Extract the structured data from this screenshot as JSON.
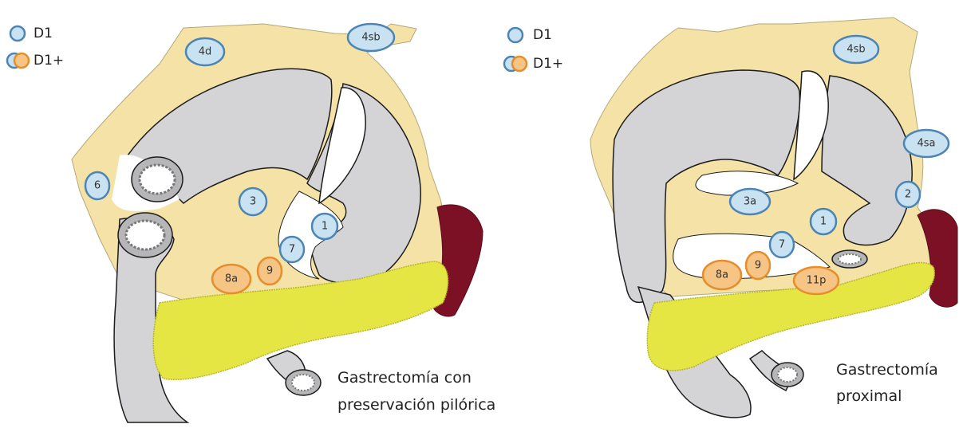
{
  "colors": {
    "fat": "#f4e2a6",
    "fat_stroke": "#b5a878",
    "organ": "#d4d4d6",
    "organ_stroke": "#1c1c1c",
    "pancreas": "#e5e544",
    "spleen": "#7c1126",
    "node_d1_fill": "#c9e2f2",
    "node_d1_stroke": "#4c84b5",
    "node_d1plus_fill": "#f6c484",
    "node_d1plus_stroke": "#e68d2c"
  },
  "left_diagram": {
    "legend": {
      "d1": "D1",
      "d1plus": "D1+"
    },
    "nodes": {
      "n4d": "4d",
      "n4sb": "4sb",
      "n6": "6",
      "n3": "3",
      "n1": "1",
      "n7": "7",
      "n9": "9",
      "n8a": "8a"
    },
    "caption_line1": "Gastrectomía con",
    "caption_line2": "preservación pilórica"
  },
  "right_diagram": {
    "legend": {
      "d1": "D1",
      "d1plus": "D1+"
    },
    "nodes": {
      "n4sb": "4sb",
      "n4sa": "4sa",
      "n2": "2",
      "n3a": "3a",
      "n1": "1",
      "n7": "7",
      "n9": "9",
      "n8a": "8a",
      "n11p": "11p"
    },
    "caption_line1": "Gastrectomía",
    "caption_line2": "proximal"
  }
}
